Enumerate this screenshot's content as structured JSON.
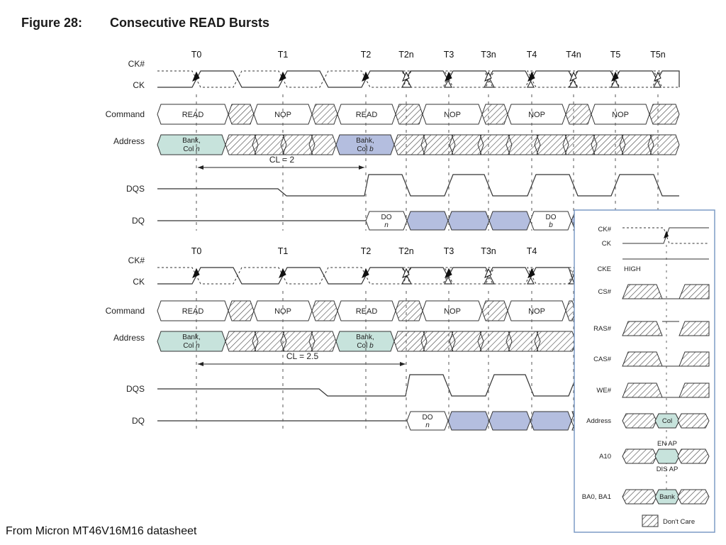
{
  "figure": {
    "number": "Figure 28:",
    "title": "Consecutive READ Bursts"
  },
  "source_note": "From Micron MT46V16M16 datasheet",
  "clock_labels": [
    "T0",
    "T1",
    "T2",
    "T2n",
    "T3",
    "T3n",
    "T4",
    "T4n",
    "T5",
    "T5n"
  ],
  "signal_labels": {
    "ck_n": "CK#",
    "ck": "CK",
    "command": "Command",
    "address": "Address",
    "dqs": "DQS",
    "dq": "DQ"
  },
  "cell_text": {
    "read": "READ",
    "nop": "NOP",
    "bank": "Bank,",
    "col_n_prefix": "Col ",
    "n": "n",
    "b": "b",
    "do": "DO"
  },
  "diagrams": [
    {
      "cas_latency": "CL = 2"
    },
    {
      "cas_latency": "CL = 2.5"
    }
  ],
  "inset": {
    "signals": {
      "ck_n": "CK#",
      "ck": "CK",
      "cke": "CKE",
      "cke_value": "HIGH",
      "cs": "CS#",
      "ras": "RAS#",
      "cas": "CAS#",
      "we": "WE#",
      "address": "Address",
      "a10": "A10",
      "ba": "BA0, BA1"
    },
    "address_value": "Col",
    "a10_en": "EN AP",
    "a10_dis": "DIS AP",
    "ba_value": "Bank",
    "legend": "Don't Care"
  },
  "colors": {
    "teal_cell": "#c7e3dc",
    "blue_cell": "#b4bedf",
    "inset_border": "#7d9cc5"
  }
}
